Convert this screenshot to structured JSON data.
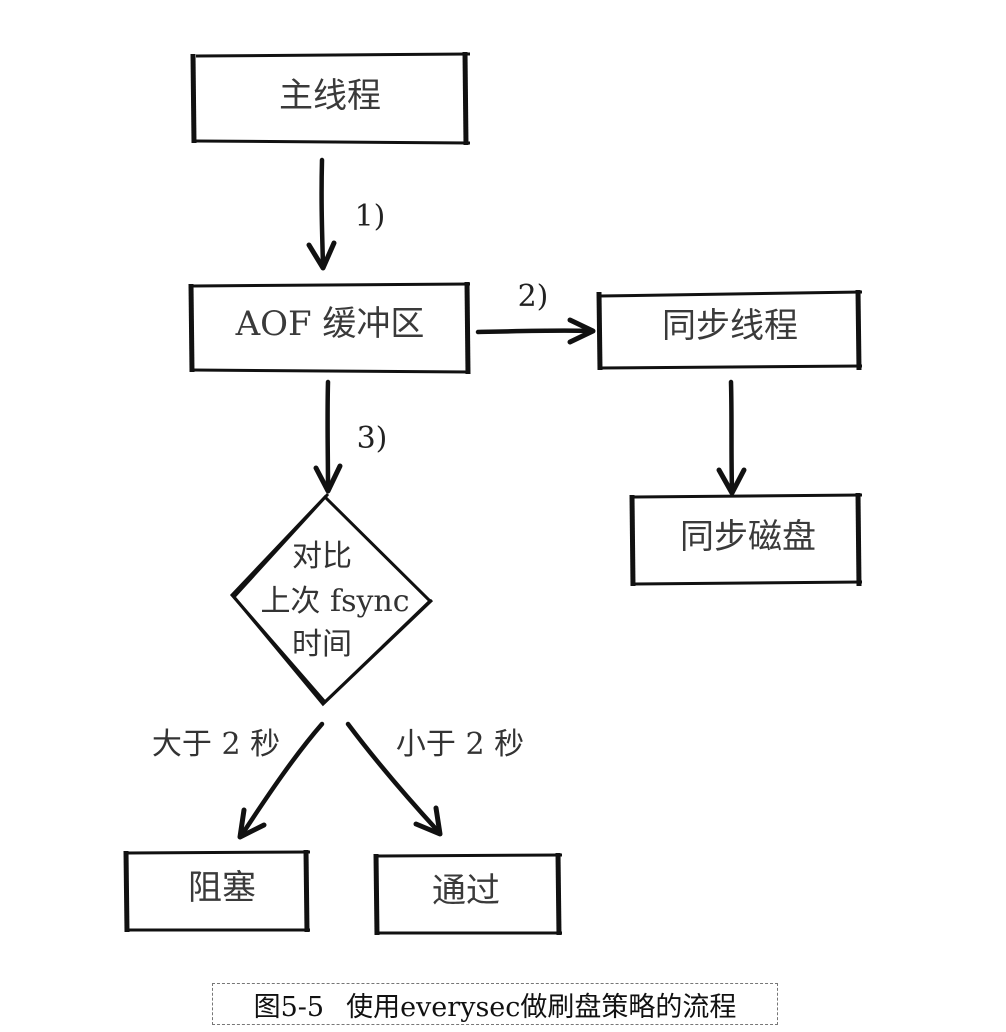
{
  "nodes": {
    "main_thread": "主线程",
    "aof_buffer": "AOF 缓冲区",
    "sync_thread": "同步线程",
    "sync_disk": "同步磁盘",
    "compare_lines": [
      "对比",
      "上次 fsync",
      "时间"
    ],
    "block": "阻塞",
    "pass": "通过"
  },
  "edges": {
    "step1": "1)",
    "step2": "2)",
    "step3": "3)",
    "greater": "大于 2 秒",
    "less": "小于 2 秒"
  },
  "caption": {
    "figure_number": "图5-5",
    "title": "使用everysec做刷盘策略的流程"
  }
}
